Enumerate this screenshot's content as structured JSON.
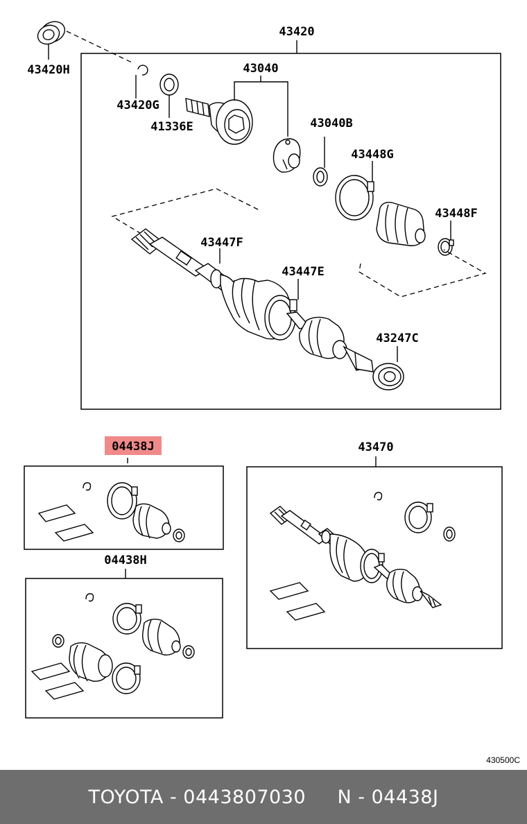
{
  "labels": {
    "assembly_top": "43420",
    "oil_seal_left": "43420H",
    "snap_ring": "43420G",
    "dust_deflector": "41336E",
    "outboard_joint": "43040",
    "joint_b": "43040B",
    "boot_clamp_g": "43448G",
    "boot_clamp_f": "43448F",
    "shaft_clamp_f": "43447F",
    "shaft_clamp_e": "43447E",
    "oil_seal_right": "43247C",
    "boot_kit_highlighted": "04438J",
    "boot_kit_h": "04438H",
    "assembly_bottom": "43470"
  },
  "diagram_code": "430500C",
  "highlight_color": "#f08a8a",
  "footer": {
    "brand_part": "TOYOTA - 0443807030",
    "oem_part": "N - 04438J"
  }
}
